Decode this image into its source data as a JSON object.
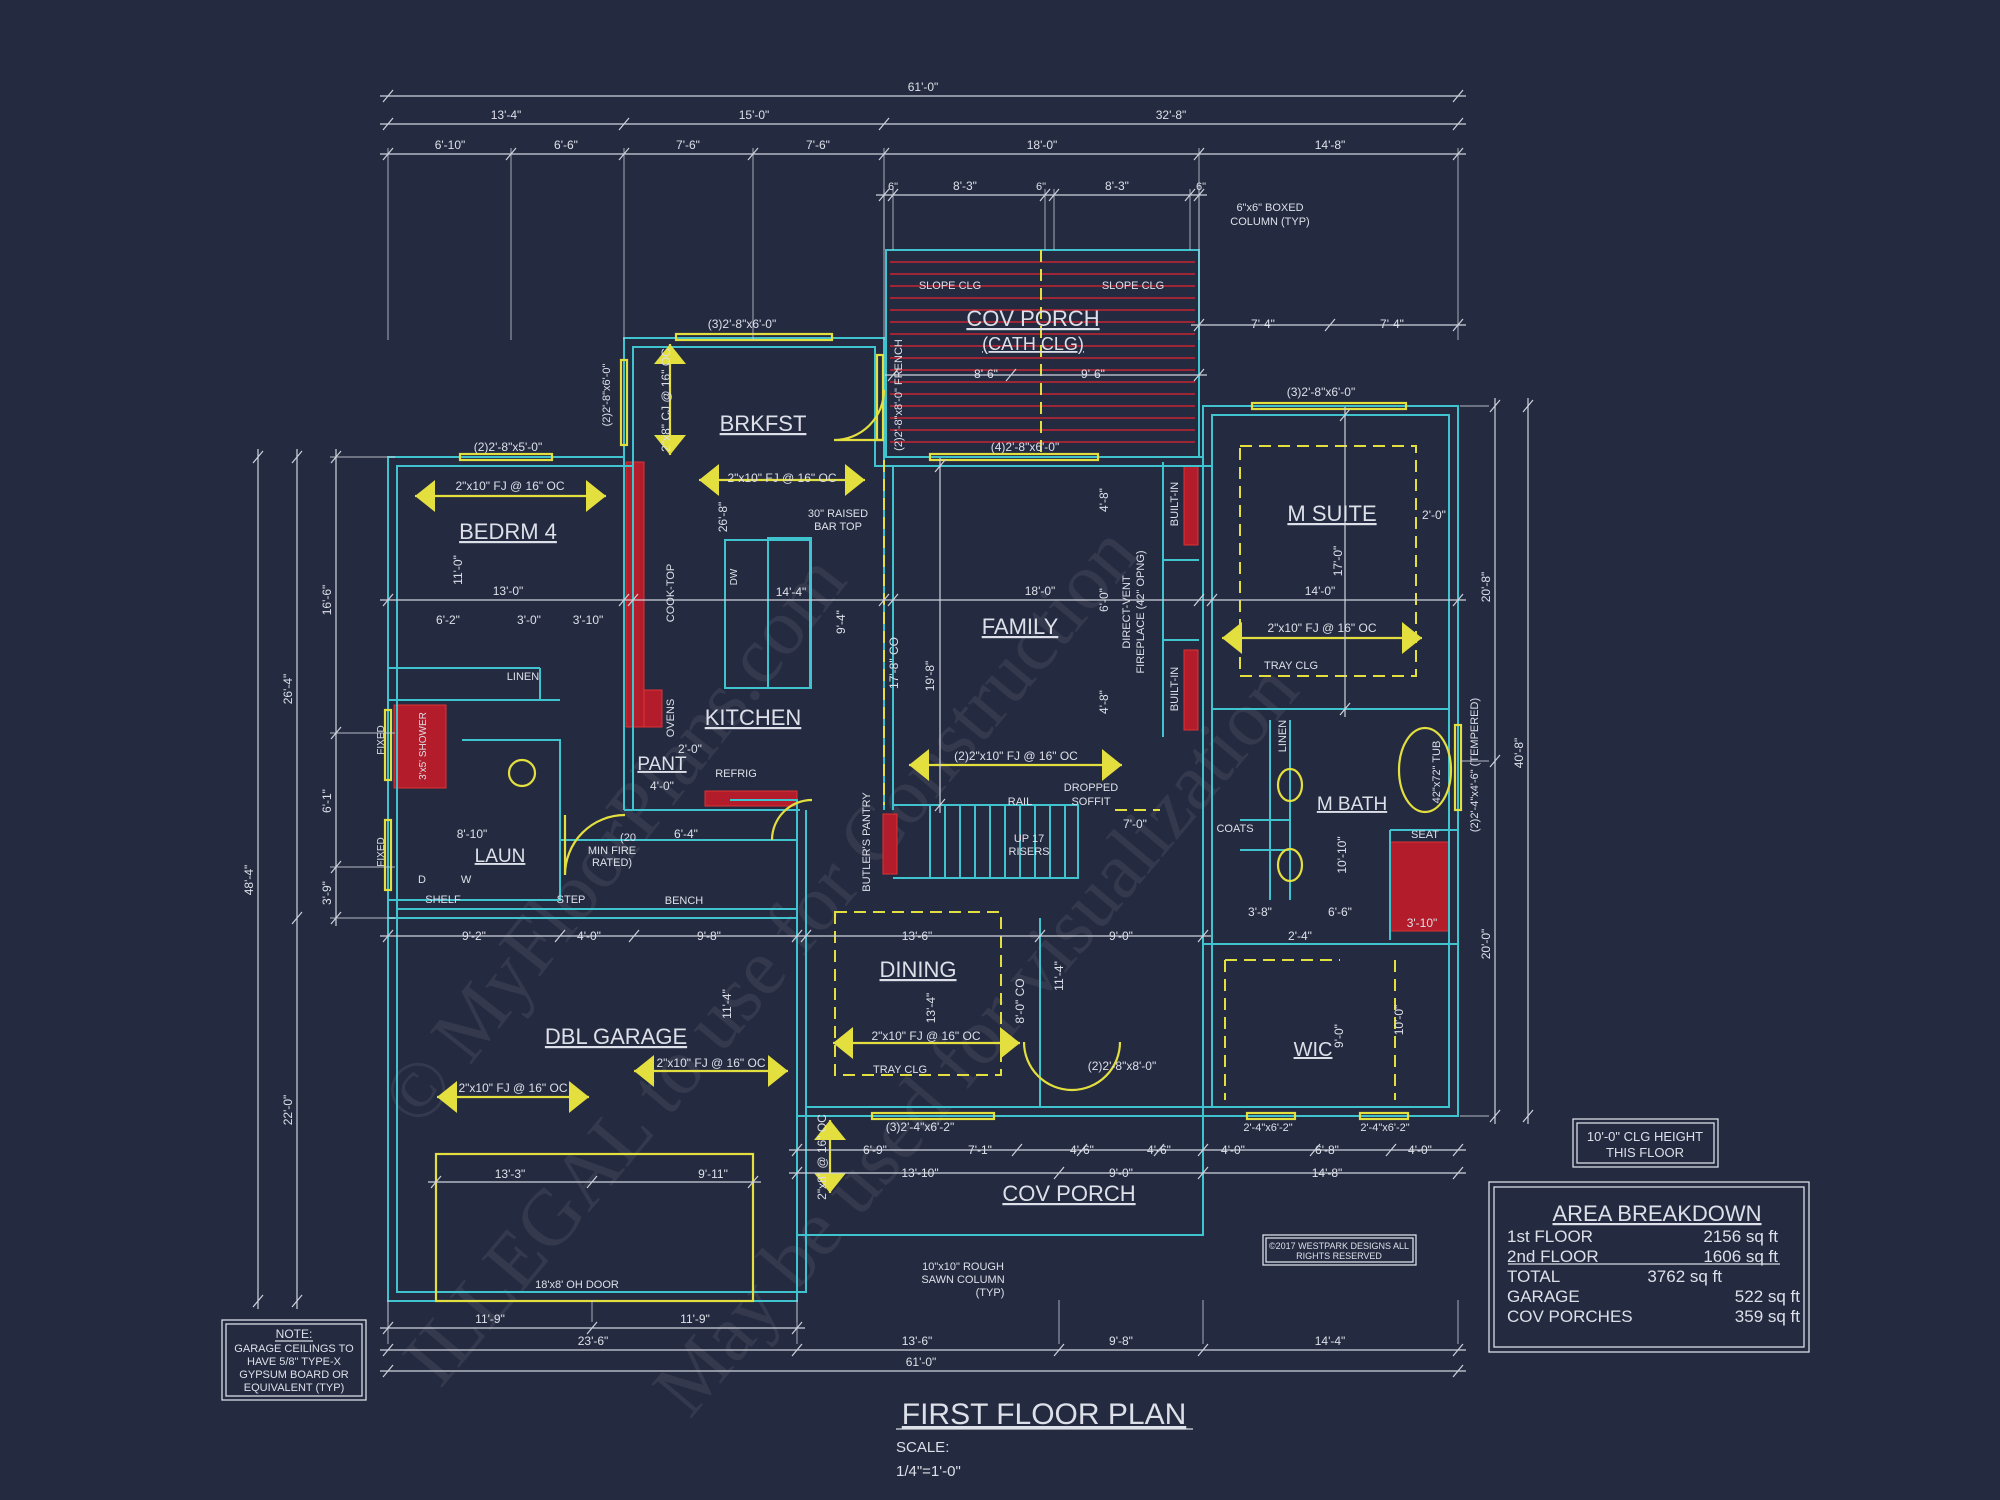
{
  "title": "FIRST FLOOR PLAN",
  "scale_label": "SCALE:",
  "scale": "1/4\"=1'-0\"",
  "colors": {
    "background": "#242a40",
    "walls": "#3ec3cf",
    "joists_windows": "#e3df3f",
    "masonry_hatch": "#b31c2a",
    "dimensions": "#cfd3dc"
  },
  "rooms": {
    "cov_porch_rear": "COV PORCH",
    "cath_clg": "(CATH CLG)",
    "brkfst": "BRKFST",
    "bedrm4": "BEDRM 4",
    "kitchen": "KITCHEN",
    "family": "FAMILY",
    "m_suite": "M SUITE",
    "m_bath": "M BATH",
    "dbl_garage": "DBL GARAGE",
    "dining": "DINING",
    "wic": "WIC",
    "cov_porch_front": "COV PORCH",
    "laun": "LAUN",
    "pant": "PANT"
  },
  "joists": {
    "fj": "2\"x10\" FJ @ 16\" OC",
    "fj_double": "(2)2\"x10\" FJ @ 16\" OC",
    "cj": "2\"x8\" CJ @ 16\" OC",
    "porch": "2\"x8\" @ 16\" OC"
  },
  "windows_doors": [
    "(3)2'-8\"x6'-0\"",
    "(2)2'-8\"x5'-0\"",
    "(4)2'-8\"x6'-0\"",
    "(3)2'-8\"x6'-0\"",
    "(3)2'-4\"x6'-2\"",
    "(2)2'-8\"x8'-0\"",
    "2'-4\"x6'-2\"",
    "2'-4\"x6'-2\"",
    "18'x8' OH DOOR",
    "(2)2'-8\"x8'-0\" FRENCH",
    "(2)2'-8\"x6'-0\"",
    "(2)2'-4\"x4'-6\" (TEMPERED)"
  ],
  "annotations": [
    "SLOPE CLG",
    "SLOPE CLG",
    "30\" RAISED",
    "BAR TOP",
    "COOK-TOP",
    "OVENS",
    "DW",
    "REFRIG",
    "LINEN",
    "3'x5' SHOWER",
    "BUILT-IN",
    "BUILT-IN",
    "DIRECT-VENT",
    "FIREPLACE (42\" OPNG)",
    "RAIL",
    "DROPPED",
    "SOFFIT",
    "UP 17",
    "RISERS",
    "BUTLER'S PANTRY",
    "BENCH",
    "STEP",
    "SHELF",
    "D",
    "W",
    "(20",
    "MIN FIRE",
    "RATED)",
    "COATS",
    "SEAT",
    "LINEN",
    "42\"x72\" TUB",
    "TRAY CLG",
    "TRAY CLG",
    "FIXED",
    "FIXED",
    "10\"x10\" ROUGH",
    "SAWN COLUMN",
    "(TYP)",
    "6\"x6\" BOXED",
    "COLUMN (TYP)"
  ],
  "dimensions": {
    "top": [
      "61'-0\"",
      "13'-4\"",
      "15'-0\"",
      "32'-8\"",
      "6'-10\"",
      "6'-6\"",
      "7'-6\"",
      "7'-6\"",
      "18'-0\"",
      "14'-8\"",
      "6\"",
      "8'-3\"",
      "6\"",
      "8'-3\"",
      "6\""
    ],
    "bottom": [
      "11'-9\"",
      "11'-9\"",
      "23'-6\"",
      "13'-6\"",
      "9'-8\"",
      "14'-4\"",
      "61'-0\""
    ],
    "left": [
      "16'-6\"",
      "6'-1\"",
      "3'-9\"",
      "26'-4\"",
      "22'-0\"",
      "48'-4\""
    ],
    "right": [
      "20'-8\"",
      "20'-0\"",
      "40'-8\""
    ],
    "interior": [
      "13'-0\"",
      "18'-0\"",
      "14'-0\"",
      "7'-4\"",
      "7'-4\"",
      "8'-6\"",
      "9'-6\"",
      "9'-2\"",
      "4'-0\"",
      "9'-8\"",
      "13'-6\"",
      "9'-0\"",
      "6'-9\"",
      "7'-1\"",
      "4'-6\"",
      "4'-6\"",
      "4'-0\"",
      "6'-8\"",
      "4'-0\"",
      "13'-10\"",
      "9'-0\"",
      "14'-8\"",
      "13'-3\"",
      "9'-11\"",
      "17'-8\" CO",
      "19'-8\"",
      "26'-8\"",
      "9'-4\"",
      "14'-4\"",
      "11'-0\"",
      "17'-0\"",
      "10'-10\"",
      "9'-0\"",
      "10'-0\"",
      "11'-4\"",
      "11'-4\"",
      "13'-4\"",
      "8'-0\" CO",
      "7'-0\"",
      "6'-4\"",
      "8'-10\"",
      "4'-0\"",
      "2'-0\"",
      "6'-2\"",
      "3'-0\"",
      "3'-10\"",
      "4'-8\"",
      "6'-0\"",
      "4'-8\"",
      "2'-0\"",
      "3'-8\"",
      "6'-6\"",
      "2'-4\"",
      "3'-10\""
    ]
  },
  "ceiling_note": [
    "10'-0\" CLG HEIGHT",
    "THIS FLOOR"
  ],
  "area_breakdown": {
    "title": "AREA BREAKDOWN",
    "rows": [
      {
        "label": "1st FLOOR",
        "value": "2156 sq ft"
      },
      {
        "label": "2nd FLOOR",
        "value": "1606 sq ft"
      },
      {
        "label": "TOTAL",
        "value": "3762 sq ft"
      },
      {
        "label": "GARAGE",
        "value": "522 sq ft"
      },
      {
        "label": "COV PORCHES",
        "value": "359 sq ft"
      }
    ]
  },
  "copyright": [
    "©2017 WESTPARK DESIGNS ALL",
    "RIGHTS RESERVED"
  ],
  "garage_note": [
    "NOTE:",
    "GARAGE CEILINGS TO",
    "HAVE 5/8\" TYPE-X",
    "GYPSUM BOARD OR",
    "EQUIVALENT (TYP)"
  ],
  "watermark": [
    "© MyFloorPlans.com",
    "ILLEGAL to use for Construction",
    "May be used for visualization"
  ]
}
